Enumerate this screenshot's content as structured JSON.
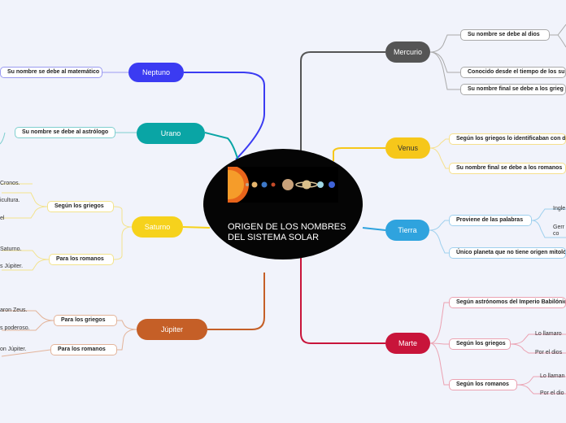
{
  "center": {
    "title_lines": [
      "ORIGEN DE LOS NOMBRES",
      "DEL SISTEMA SOLAR"
    ]
  },
  "planets": {
    "neptuno": "Neptuno",
    "urano": "Urano",
    "saturno": "Saturno",
    "jupiter": "Júpiter",
    "mercurio": "Mercurio",
    "venus": "Venus",
    "tierra": "Tierra",
    "marte": "Marte"
  },
  "left": {
    "neptuno_1": "Su nombre se debe al matemático",
    "urano_1": "Su nombre se debe al astrólogo",
    "saturno_griegos": "Según los griegos",
    "saturno_romanos": "Para los romanos",
    "saturno_t1": "Cronos.",
    "saturno_t2": "icultura.",
    "saturno_t3": "el",
    "saturno_t4": "Saturno.",
    "saturno_t5": "s Júpiter.",
    "jupiter_griegos": "Para los griegos",
    "jupiter_romanos": "Para los romanos",
    "jupiter_t1": "aron Zeus.",
    "jupiter_t2": "s poderoso.",
    "jupiter_t3": "on Júpiter."
  },
  "right": {
    "mercurio_1": "Su nombre se debe al dios",
    "mercurio_2": "Conocido desde el tiempo de los su",
    "mercurio_3": "Su nombre final se debe a los grieg",
    "venus_1": "Según los griegos lo identificaban con d",
    "venus_2": "Su nombre final se debe a los romanos",
    "tierra_1": "Proviene de las palabras",
    "tierra_2": "Único planeta que no tiene origen mitoló",
    "tierra_t1": "Ingle",
    "tierra_t2": "Gerr",
    "tierra_t3": "co",
    "marte_1": "Según astrónomos del Imperio Babilónic",
    "marte_2": "Según los griegos",
    "marte_3": "Según los romanos",
    "marte_t1": "Lo llamaro",
    "marte_t2": "Por el dios",
    "marte_t3": "Lo llaman",
    "marte_t4": "Por el dio"
  },
  "colors": {
    "neptuno": "#3b3bf2",
    "urano": "#0aa5a5",
    "saturno": "#f6d21c",
    "jupiter": "#c55f27",
    "mercurio": "#555555",
    "venus": "#f6c71a",
    "tierra": "#2fa3de",
    "marte": "#c8143a"
  }
}
